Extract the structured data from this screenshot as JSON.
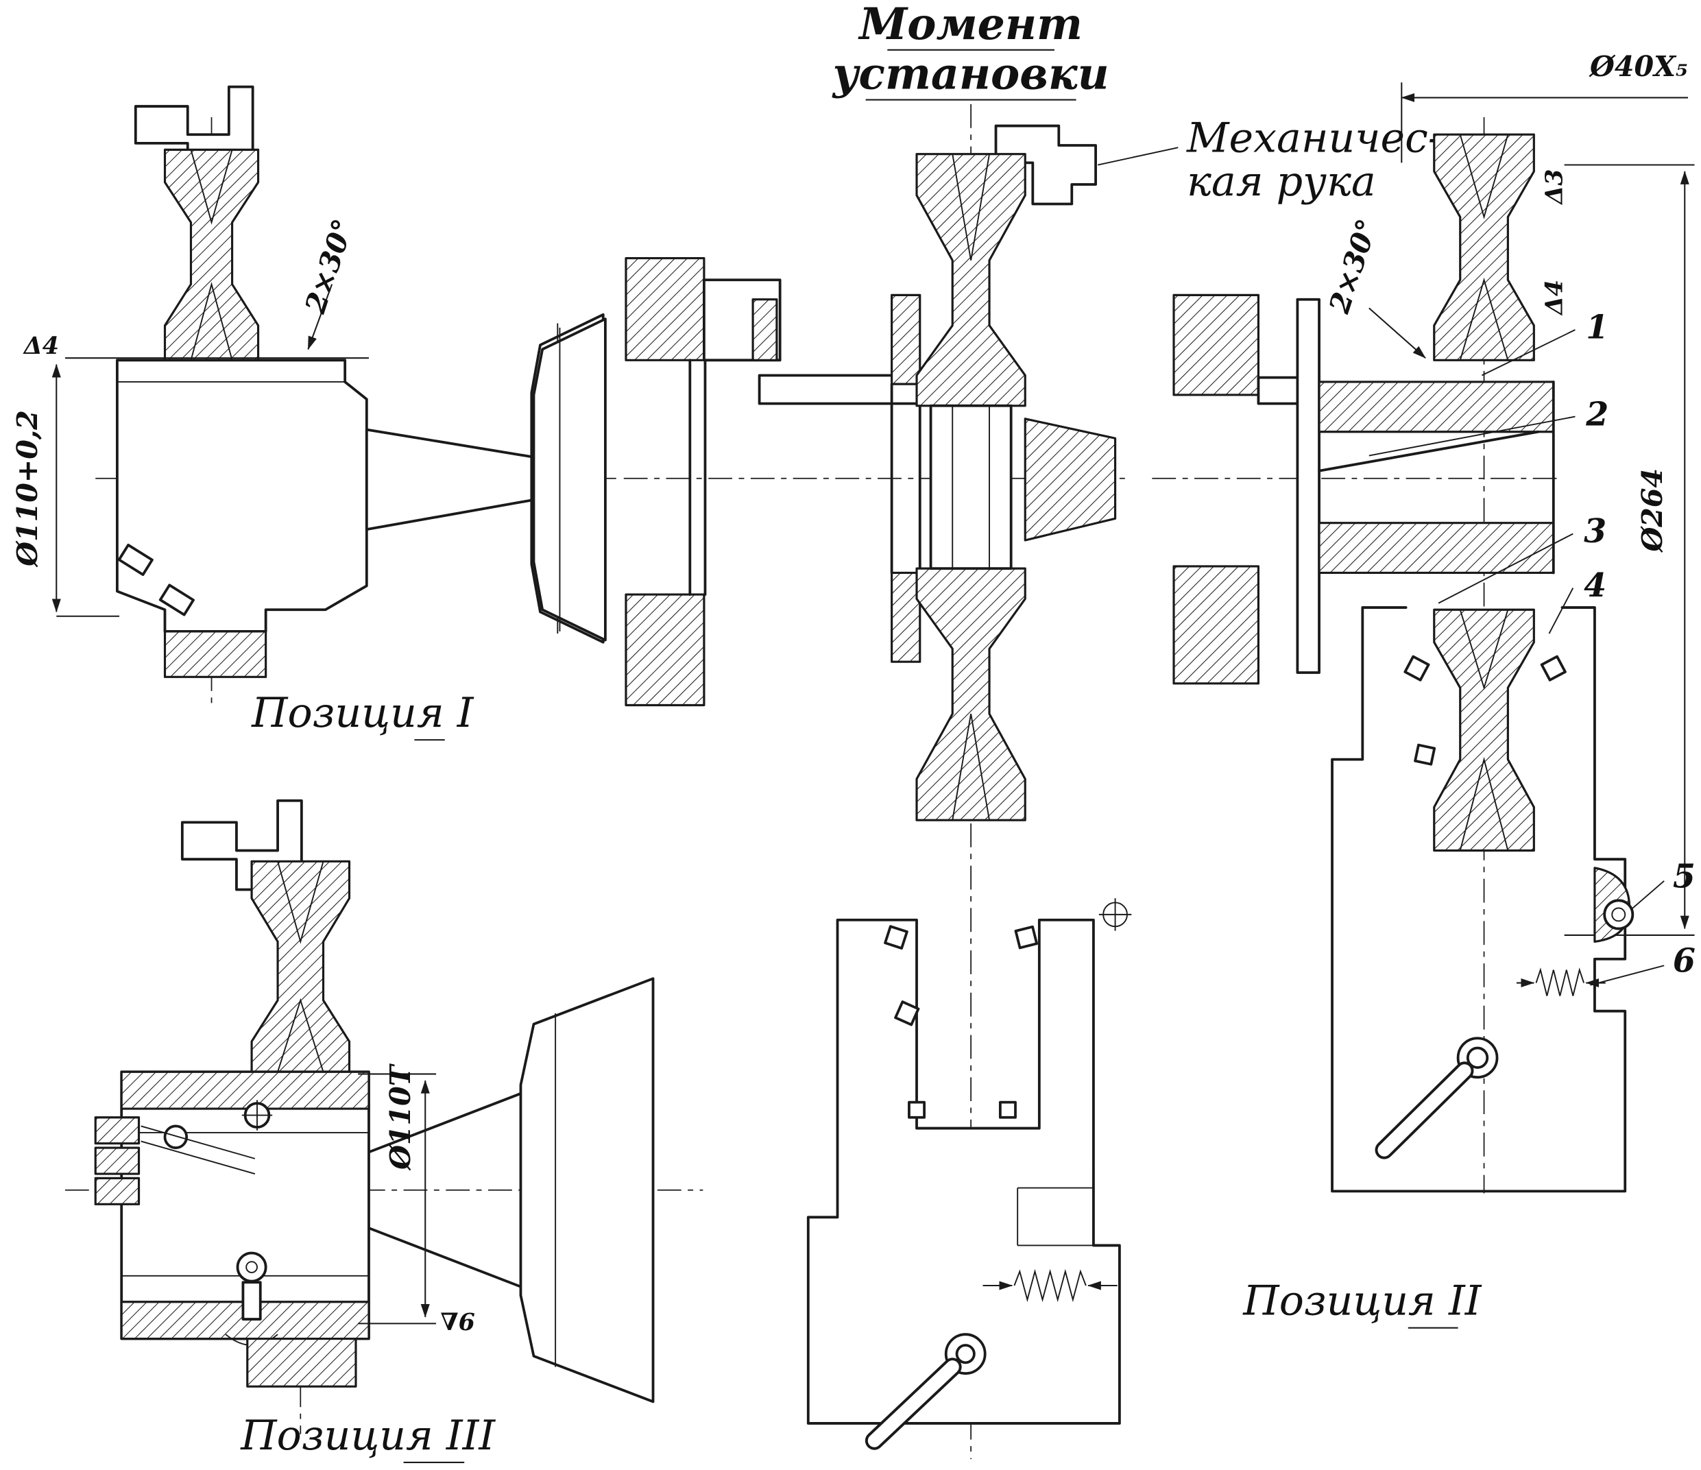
{
  "drawing": {
    "title": [
      "Момент",
      "установки"
    ],
    "mechanical_arm": [
      "Механичес-",
      "кая рука"
    ],
    "positions": {
      "p1": "Позиция I",
      "p2": "Позиция II",
      "p3": "Позиция III"
    },
    "dimensions": {
      "d40": "Ø40X₅",
      "d264": "Ø264",
      "d110": "Ø110+0,2",
      "d110t": "Ø110T",
      "chamfer": "2×30°",
      "delta3": "Δ3",
      "delta4": "Δ4",
      "roughness": "∇6"
    },
    "callouts": [
      "1",
      "2",
      "3",
      "4",
      "5",
      "6"
    ],
    "colors": {
      "ink": "#1a1a1a",
      "paper": "#ffffff"
    }
  }
}
